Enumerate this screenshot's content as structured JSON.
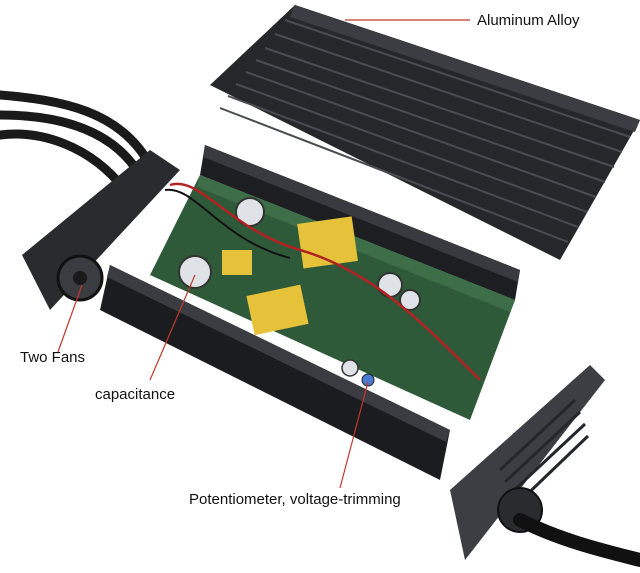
{
  "callouts": {
    "aluminum": "Aluminum Alloy",
    "fans": "Two Fans",
    "capacitance": "capacitance",
    "potentiometer": "Potentiometer, voltage-trimming"
  },
  "colors": {
    "leader_line": "#c0392b",
    "housing": "#1e1f22",
    "pcb": "#2f5a3a",
    "transformer": "#e6c23a"
  }
}
